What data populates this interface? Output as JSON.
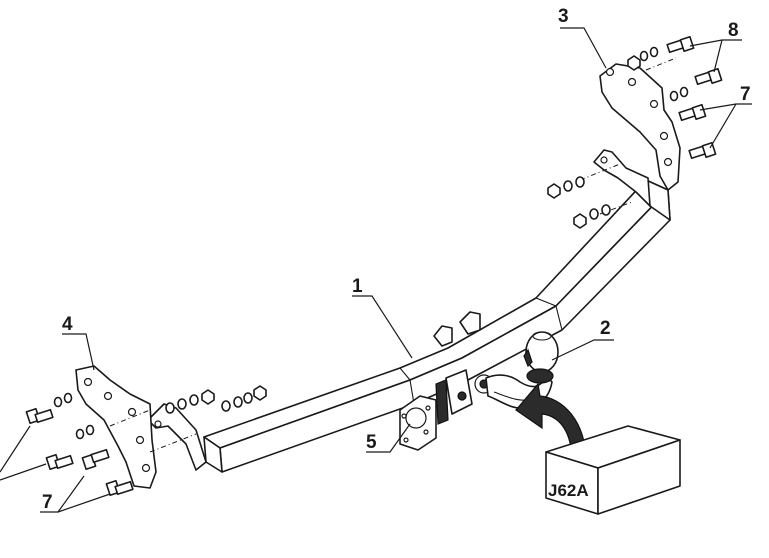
{
  "diagram": {
    "callouts": {
      "towbar": "1",
      "ball": "2",
      "bracket_right": "3",
      "bracket_left": "4",
      "socket_plate": "5",
      "bolts_left": "7",
      "bolts_right": "7",
      "bolts_top": "8"
    },
    "model_label": "J62A"
  }
}
